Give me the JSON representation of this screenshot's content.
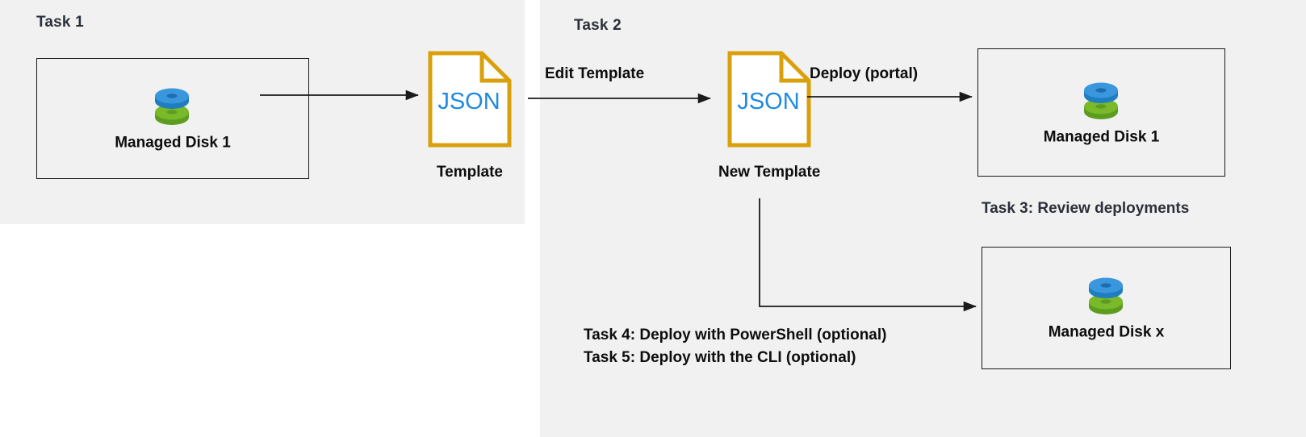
{
  "diagram": {
    "title": "Azure Managed Disk template deployment task flow",
    "background": "#ffffff",
    "panel_color": "#f1f1f1",
    "accent_heading_color": "#2b303a",
    "file_icon_color": "#d9a00b",
    "json_text_color": "#1f8ae0",
    "disk_blue": "#3a96dd",
    "disk_green": "#7ab929",
    "stroke_color": "#1a1a1a"
  },
  "sections": {
    "task1": {
      "label": "Task 1"
    },
    "task2": {
      "label": "Task 2"
    }
  },
  "boxes": {
    "disk1_left": {
      "label": "Managed Disk 1",
      "icon": "managed-disk-icon"
    },
    "disk1_right": {
      "label": "Managed Disk 1",
      "icon": "managed-disk-icon"
    },
    "diskx": {
      "label": "Managed Disk x",
      "icon": "managed-disk-icon"
    }
  },
  "files": {
    "template": {
      "body_text": "JSON",
      "caption": "Template",
      "icon": "json-file-icon"
    },
    "new_template": {
      "body_text": "JSON",
      "caption": "New Template",
      "icon": "json-file-icon"
    }
  },
  "connectors": {
    "export": {
      "label": ""
    },
    "edit_template": {
      "label": "Edit Template"
    },
    "deploy_portal": {
      "label": "Deploy (portal)"
    },
    "deploy_script": {
      "label": ""
    }
  },
  "captions": {
    "task3": "Task 3: Review deployments",
    "task4": "Task 4: Deploy with PowerShell (optional)",
    "task5": "Task 5: Deploy with the CLI (optional)"
  }
}
